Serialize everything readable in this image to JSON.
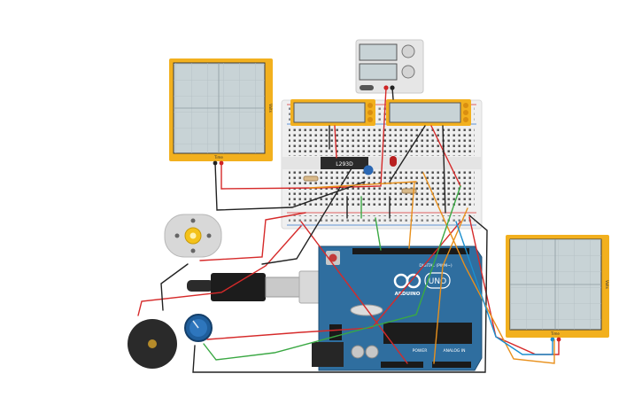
{
  "components": {
    "oscilloscope_left": {
      "side_label": "Volts",
      "bottom_label": "Time"
    },
    "oscilloscope_right": {
      "side_label": "Volts",
      "bottom_label": "Time"
    },
    "ic_chip": {
      "label": "L293D"
    },
    "arduino": {
      "brand_label": "ARDUINO",
      "model_label": "UNO",
      "digital_label": "DIGITAL (PWM~)",
      "power_label": "POWER",
      "analog_label": "ANALOG IN"
    }
  },
  "colors": {
    "scope_frame": "#f2b01e",
    "scope_screen": "#c8d3d6",
    "breadboard": "#f0f0f0",
    "arduino_board": "#2f6e9f",
    "wire_red": "#d62a2a",
    "wire_black": "#222222",
    "wire_green": "#3aa843",
    "wire_orange": "#e8901c",
    "wire_blue": "#1a8fcf"
  }
}
